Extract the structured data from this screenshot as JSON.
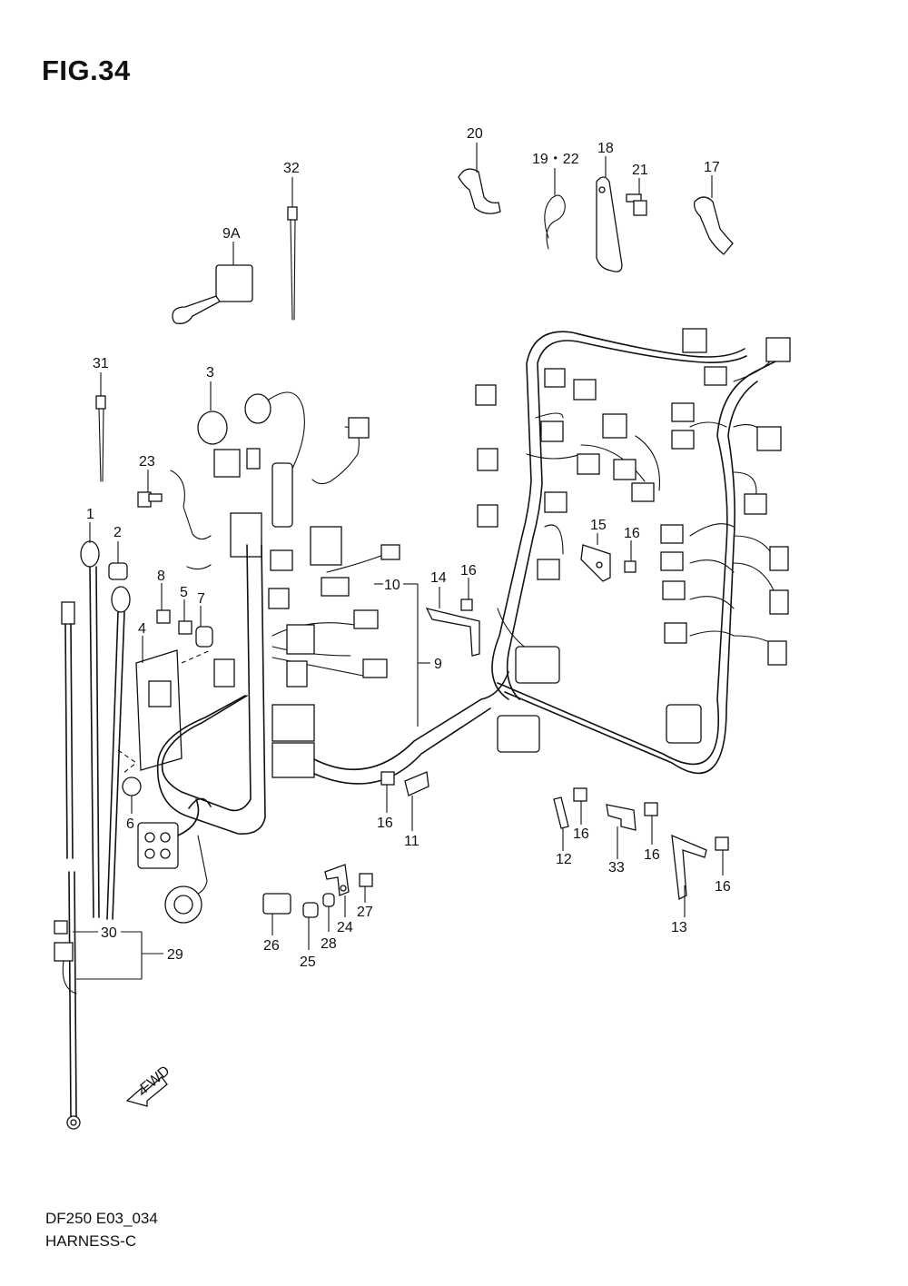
{
  "figure": {
    "title": "FIG.34",
    "code": "DF250 E03_034",
    "name": "HARNESS-C",
    "direction_badge": "FWD"
  },
  "callouts": {
    "c20": "20",
    "c19_22": "19・22",
    "c18": "18",
    "c21": "21",
    "c17": "17",
    "c32": "32",
    "c9A": "9A",
    "c31": "31",
    "c3": "3",
    "c23": "23",
    "c1": "1",
    "c2": "2",
    "c8": "8",
    "c5": "5",
    "c7": "7",
    "c4": "4",
    "c6": "6",
    "c10": "10",
    "c14": "14",
    "c16a": "16",
    "c9": "9",
    "c15": "15",
    "c16b": "16",
    "c16c": "16",
    "c11": "11",
    "c12": "12",
    "c16d": "16",
    "c33": "33",
    "c16e": "16",
    "c16f": "16",
    "c13": "13",
    "c26": "26",
    "c25": "25",
    "c28": "28",
    "c24": "24",
    "c27": "27",
    "c30": "30",
    "c29": "29"
  }
}
